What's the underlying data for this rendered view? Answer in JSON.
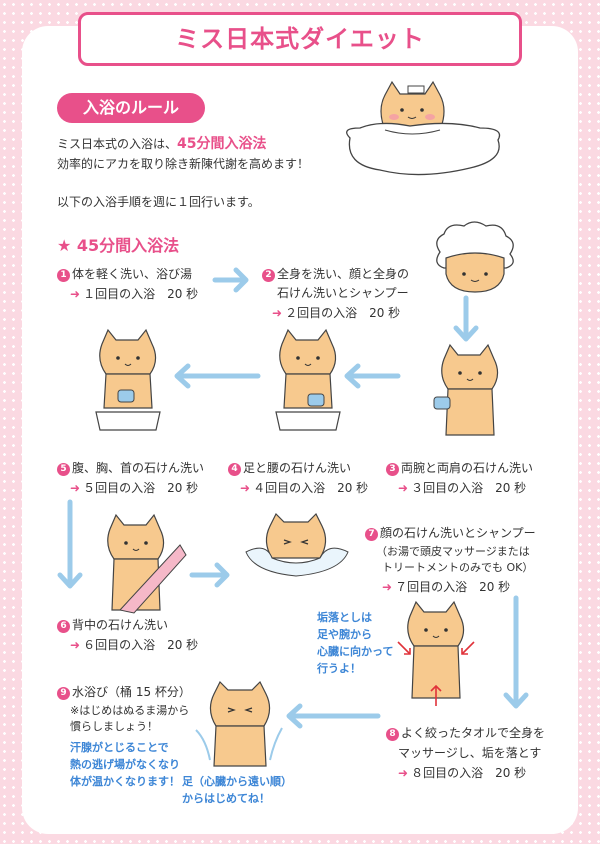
{
  "title": "ミス日本式ダイエット",
  "section": "入浴のルール",
  "intro": {
    "line1_prefix": "ミス日本式の入浴は、",
    "line1_emph": "45分間入浴法",
    "line2": "効率的にアカを取り除き新陳代謝を高めます！",
    "line3": "以下の入浴手順を週に１回行います。"
  },
  "subheading": "★ 45分間入浴法",
  "steps": [
    {
      "num": "1",
      "lines": [
        "体を軽く洗い、浴び湯"
      ],
      "round": "１回目の入浴　20 秒"
    },
    {
      "num": "2",
      "lines": [
        "全身を洗い、顔と全身の",
        "石けん洗いとシャンプー"
      ],
      "round": "２回目の入浴　20 秒"
    },
    {
      "num": "3",
      "lines": [
        "両腕と両肩の石けん洗い"
      ],
      "round": "３回目の入浴　20 秒"
    },
    {
      "num": "4",
      "lines": [
        "足と腰の石けん洗い"
      ],
      "round": "４回目の入浴　20 秒"
    },
    {
      "num": "5",
      "lines": [
        "腹、胸、首の石けん洗い"
      ],
      "round": "５回目の入浴　20 秒"
    },
    {
      "num": "6",
      "lines": [
        "背中の石けん洗い"
      ],
      "round": "６回目の入浴　20 秒"
    },
    {
      "num": "7",
      "lines": [
        "顔の石けん洗いとシャンプー",
        "（お湯で頭皮マッサージまたは",
        "トリートメントのみでも OK）"
      ],
      "round": "７回目の入浴　20 秒"
    },
    {
      "num": "8",
      "lines": [
        "よく絞ったタオルで全身を",
        "マッサージし、垢を落とす"
      ],
      "round": "８回目の入浴　20 秒"
    },
    {
      "num": "9",
      "lines": [
        "水浴び（桶 15 杯分）",
        "※はじめはぬるま湯から",
        "慣らしましょう！"
      ],
      "round": ""
    }
  ],
  "notes": {
    "massage": [
      "垢落としは",
      "足や腕から",
      "心臓に向かって",
      "行うよ！"
    ],
    "cold_water": [
      "汗腺がとじることで",
      "熱の逃げ場がなくなり",
      "体が温かくなります！"
    ],
    "feet": [
      "足（心臓から遠い順）",
      "からはじめてね！"
    ]
  },
  "colors": {
    "accent": "#e8508a",
    "arrow": "#9ccbea",
    "note": "#3d86d6",
    "cat": "#f7c98e",
    "background": "#fbd9e2"
  }
}
